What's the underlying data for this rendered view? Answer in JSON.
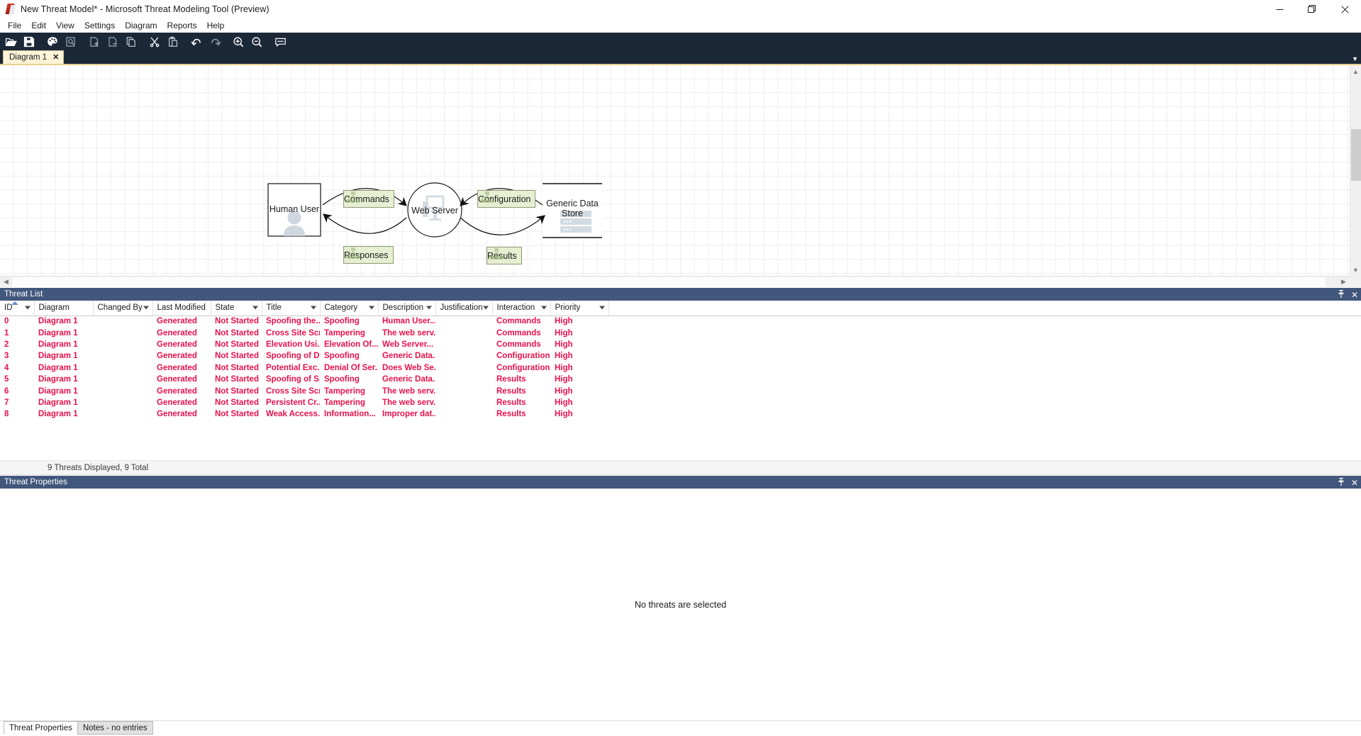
{
  "window": {
    "title": "New Threat Model* - Microsoft Threat Modeling Tool  (Preview)",
    "minimize_label": "—",
    "maximize_label": "❐",
    "close_label": "✕"
  },
  "menubar": {
    "items": [
      {
        "label": "File"
      },
      {
        "label": "Edit"
      },
      {
        "label": "View"
      },
      {
        "label": "Settings"
      },
      {
        "label": "Diagram"
      },
      {
        "label": "Reports"
      },
      {
        "label": "Help"
      }
    ]
  },
  "toolbar": {
    "buttons": [
      {
        "name": "open-icon",
        "tip": "Open"
      },
      {
        "name": "save-icon",
        "tip": "Save"
      },
      {
        "name": "palette-icon",
        "tip": "Template"
      },
      {
        "name": "report-preview-icon",
        "tip": "Report"
      },
      {
        "name": "add-diagram-icon",
        "tip": "Add Diagram"
      },
      {
        "name": "remove-diagram-icon",
        "tip": "Remove Diagram"
      },
      {
        "name": "copy-diagram-icon",
        "tip": "Copy Diagram"
      },
      {
        "name": "cut-icon",
        "tip": "Cut"
      },
      {
        "name": "paste-icon",
        "tip": "Paste"
      },
      {
        "name": "undo-icon",
        "tip": "Undo"
      },
      {
        "name": "redo-icon",
        "tip": "Redo"
      },
      {
        "name": "zoom-in-icon",
        "tip": "Zoom In"
      },
      {
        "name": "zoom-out-icon",
        "tip": "Zoom Out"
      },
      {
        "name": "comment-icon",
        "tip": "Notes"
      }
    ]
  },
  "diagram_tabs": {
    "tabs": [
      {
        "label": "Diagram 1",
        "close": "✕",
        "active": true
      }
    ],
    "overflow": "▼"
  },
  "diagram": {
    "nodes": [
      {
        "id": "human-user",
        "label": "Human User",
        "shape": "rectangle",
        "icon": "person-icon"
      },
      {
        "id": "web-server",
        "label": "Web Server",
        "shape": "circle",
        "icon": "monitor-icon"
      },
      {
        "id": "generic-data-store",
        "label_line1": "Generic Data",
        "label_line2": "Store",
        "shape": "datastore",
        "icon": "database-icon"
      }
    ],
    "flows": [
      {
        "id": "commands",
        "label": "Commands",
        "icon": "process-tree-icon"
      },
      {
        "id": "responses",
        "label": "Responses",
        "icon": "process-tree-icon"
      },
      {
        "id": "configuration",
        "label": "Configuration",
        "icon": "process-tree-icon"
      },
      {
        "id": "results",
        "label": "Results",
        "icon": "process-tree-icon"
      }
    ]
  },
  "threat_list": {
    "title": "Threat List",
    "pin_icon": "☩",
    "close_icon": "✕",
    "columns": [
      {
        "key": "id",
        "label": "ID",
        "width": 48,
        "filter": true,
        "sorted": true
      },
      {
        "key": "diagram",
        "label": "Diagram",
        "width": 83,
        "filter": false,
        "sorted": false
      },
      {
        "key": "changed_by",
        "label": "Changed By",
        "width": 84,
        "filter": true,
        "sorted": false
      },
      {
        "key": "last_modified",
        "label": "Last Modified",
        "width": 82,
        "filter": false,
        "sorted": false
      },
      {
        "key": "state",
        "label": "State",
        "width": 72,
        "filter": true,
        "sorted": false
      },
      {
        "key": "title",
        "label": "Title",
        "width": 82,
        "filter": true,
        "sorted": false
      },
      {
        "key": "category",
        "label": "Category",
        "width": 82,
        "filter": true,
        "sorted": false
      },
      {
        "key": "description",
        "label": "Description",
        "width": 81,
        "filter": true,
        "sorted": false
      },
      {
        "key": "justification",
        "label": "Justification",
        "width": 80,
        "filter": true,
        "sorted": false
      },
      {
        "key": "interaction",
        "label": "Interaction",
        "width": 82,
        "filter": true,
        "sorted": false
      },
      {
        "key": "priority",
        "label": "Priority",
        "width": 82,
        "filter": true,
        "sorted": false
      }
    ],
    "rows": [
      {
        "id": "0",
        "diagram": "Diagram 1",
        "changed_by": "",
        "last_modified": "Generated",
        "state": "Not Started",
        "title": "Spoofing the...",
        "category": "Spoofing",
        "description": "Human User...",
        "justification": "",
        "interaction": "Commands",
        "priority": "High"
      },
      {
        "id": "1",
        "diagram": "Diagram 1",
        "changed_by": "",
        "last_modified": "Generated",
        "state": "Not Started",
        "title": "Cross Site Scr...",
        "category": "Tampering",
        "description": "The web serv...",
        "justification": "",
        "interaction": "Commands",
        "priority": "High"
      },
      {
        "id": "2",
        "diagram": "Diagram 1",
        "changed_by": "",
        "last_modified": "Generated",
        "state": "Not Started",
        "title": "Elevation Usi...",
        "category": "Elevation Of...",
        "description": "Web Server...",
        "justification": "",
        "interaction": "Commands",
        "priority": "High"
      },
      {
        "id": "3",
        "diagram": "Diagram 1",
        "changed_by": "",
        "last_modified": "Generated",
        "state": "Not Started",
        "title": "Spoofing of D...",
        "category": "Spoofing",
        "description": "Generic Data...",
        "justification": "",
        "interaction": "Configuration",
        "priority": "High"
      },
      {
        "id": "4",
        "diagram": "Diagram 1",
        "changed_by": "",
        "last_modified": "Generated",
        "state": "Not Started",
        "title": "Potential Exc...",
        "category": "Denial Of Ser...",
        "description": "Does Web Se...",
        "justification": "",
        "interaction": "Configuration",
        "priority": "High"
      },
      {
        "id": "5",
        "diagram": "Diagram 1",
        "changed_by": "",
        "last_modified": "Generated",
        "state": "Not Started",
        "title": "Spoofing of S...",
        "category": "Spoofing",
        "description": "Generic Data...",
        "justification": "",
        "interaction": "Results",
        "priority": "High"
      },
      {
        "id": "6",
        "diagram": "Diagram 1",
        "changed_by": "",
        "last_modified": "Generated",
        "state": "Not Started",
        "title": "Cross Site Scr...",
        "category": "Tampering",
        "description": "The web serv...",
        "justification": "",
        "interaction": "Results",
        "priority": "High"
      },
      {
        "id": "7",
        "diagram": "Diagram 1",
        "changed_by": "",
        "last_modified": "Generated",
        "state": "Not Started",
        "title": "Persistent Cr...",
        "category": "Tampering",
        "description": "The web serv...",
        "justification": "",
        "interaction": "Results",
        "priority": "High"
      },
      {
        "id": "8",
        "diagram": "Diagram 1",
        "changed_by": "",
        "last_modified": "Generated",
        "state": "Not Started",
        "title": "Weak Access...",
        "category": "Information...",
        "description": "Improper dat...",
        "justification": "",
        "interaction": "Results",
        "priority": "High"
      }
    ],
    "status": "9 Threats Displayed, 9 Total"
  },
  "threat_properties": {
    "title": "Threat Properties",
    "pin_icon": "☩",
    "close_icon": "✕",
    "empty_message": "No threats are selected",
    "tabs": [
      {
        "label": "Threat Properties",
        "active": true
      },
      {
        "label": "Notes - no entries",
        "active": false
      }
    ]
  },
  "colors": {
    "toolbar_bg": "#1b2838",
    "panel_header_bg": "#42577c",
    "threat_row_text": "#e8114b",
    "flow_label_bg": "#e6efd2",
    "tab_bg": "#fdf3d7"
  }
}
